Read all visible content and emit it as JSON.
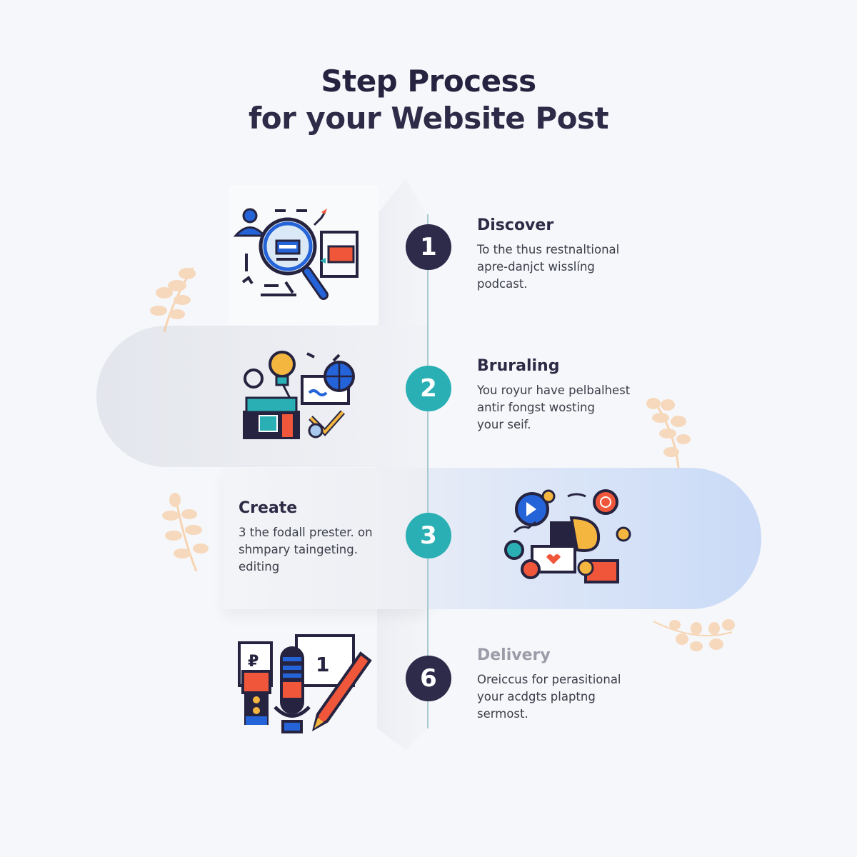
{
  "header": {
    "title_line1": "Step Process",
    "title_line2": "for your Website Post"
  },
  "colors": {
    "dark_navy": "#2d2a4a",
    "teal": "#2ab0b4",
    "accent_blue": "#2563d8",
    "accent_orange": "#f0573a",
    "accent_yellow": "#f5b640",
    "leaf_peach": "#f9c890",
    "pill_blue": "#c9daf7"
  },
  "steps": [
    {
      "number": "1",
      "title": "Discover",
      "lines": [
        "To the thus restnaltional",
        "apre-danjct wisslíng",
        "podcast."
      ],
      "icon": "magnifier-search-icon"
    },
    {
      "number": "2",
      "title": "Bruraling",
      "lines": [
        "You royur have pelbalhest",
        "antir fongst wosting",
        "your seif."
      ],
      "icon": "idea-branding-icon"
    },
    {
      "number": "3",
      "title": "Create",
      "lines": [
        "3 the fodall prester. on",
        "shmpary taingeting.",
        "editing"
      ],
      "icon": "media-marketing-icon"
    },
    {
      "number": "6",
      "title": "Delivery",
      "lines": [
        "Oreiccus for perasitional",
        "your acdgts plaptng",
        "sermost."
      ],
      "icon": "microphone-calendar-pencil-icon"
    }
  ]
}
